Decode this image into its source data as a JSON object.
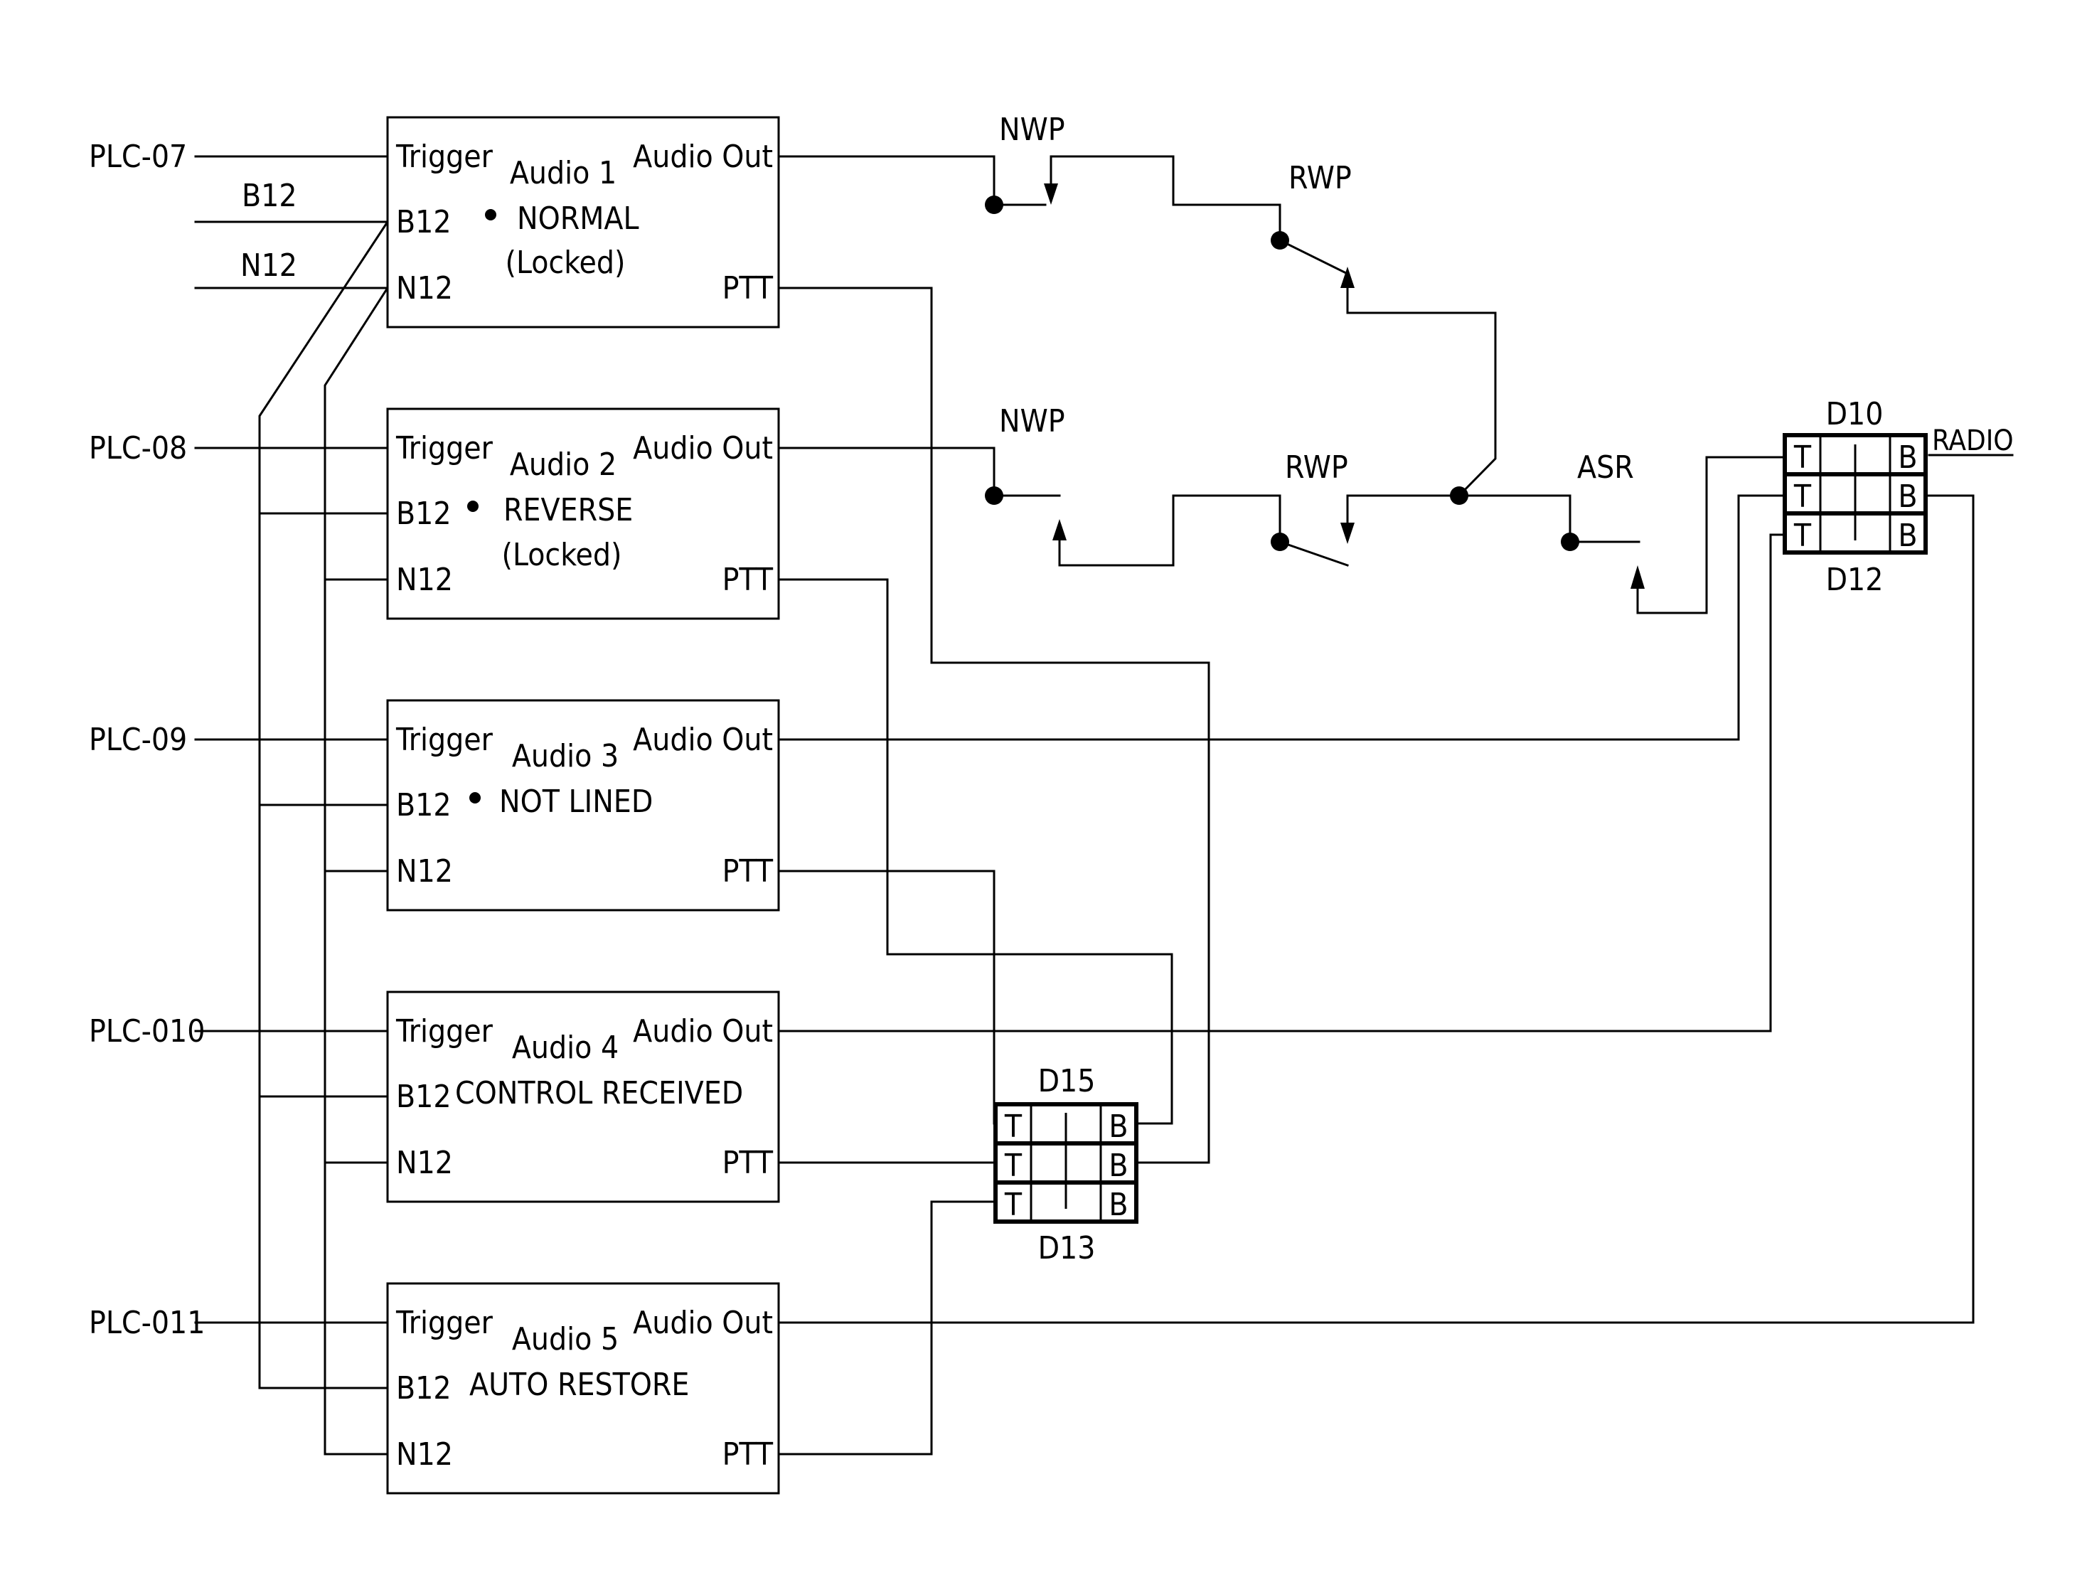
{
  "plc_inputs": [
    "PLC-07",
    "PLC-08",
    "PLC-09",
    "PLC-010",
    "PLC-011"
  ],
  "bus_labels": {
    "b12": "B12",
    "n12": "N12"
  },
  "port_labels": {
    "trigger": "Trigger",
    "b12": "B12",
    "n12": "N12",
    "audio_out": "Audio Out",
    "ptt": "PTT"
  },
  "audio_modules": [
    {
      "title": "Audio 1",
      "line1": "NORMAL",
      "line2": "(Locked)",
      "bullet": true
    },
    {
      "title": "Audio 2",
      "line1": "REVERSE",
      "line2": "(Locked)",
      "bullet": true
    },
    {
      "title": "Audio 3",
      "line1": "NOT LINED",
      "line2": "",
      "bullet": true
    },
    {
      "title": "Audio 4",
      "line1": "CONTROL RECEIVED",
      "line2": "",
      "bullet": false
    },
    {
      "title": "Audio 5",
      "line1": "AUTO RESTORE",
      "line2": "",
      "bullet": false
    }
  ],
  "relays": {
    "nwp_top": "NWP",
    "rwp_top": "RWP",
    "nwp_bottom": "NWP",
    "rwp_bottom": "RWP",
    "asr": "ASR"
  },
  "terminal_blocks": {
    "right": {
      "top_label": "D10",
      "bottom_label": "D12",
      "side_label": "RADIO",
      "rows": [
        [
          "T",
          "B"
        ],
        [
          "T",
          "B"
        ],
        [
          "T",
          "B"
        ]
      ]
    },
    "middle": {
      "top_label": "D15",
      "bottom_label": "D13",
      "rows": [
        [
          "T",
          "B"
        ],
        [
          "T",
          "B"
        ],
        [
          "T",
          "B"
        ]
      ]
    }
  },
  "colors": {
    "line": "#000000",
    "background": "#ffffff"
  }
}
